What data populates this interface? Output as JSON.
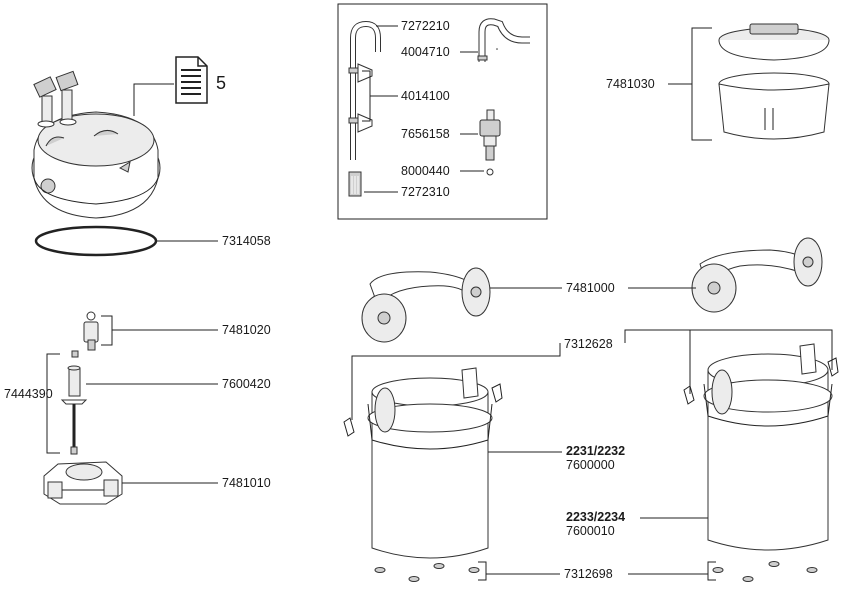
{
  "callouts": {
    "head_count": "5",
    "o_ring": "7314058",
    "valve_set": "7481020",
    "filter_axle": "7444390",
    "spindle": "7600420",
    "basket_holder": "7481010",
    "intake_pipe": "7272210",
    "outlet_bend": "4004710",
    "suction_cups": "4014100",
    "tap": "7656158",
    "tap_ring": "8000440",
    "strainer": "7272310",
    "canister_lid": "7481030",
    "clip_handle": "7481000",
    "clip": "7312628",
    "model_small": "2231/2232",
    "canister_small": "7600000",
    "model_large": "2233/2234",
    "canister_large": "7600010",
    "feet": "7312698"
  }
}
